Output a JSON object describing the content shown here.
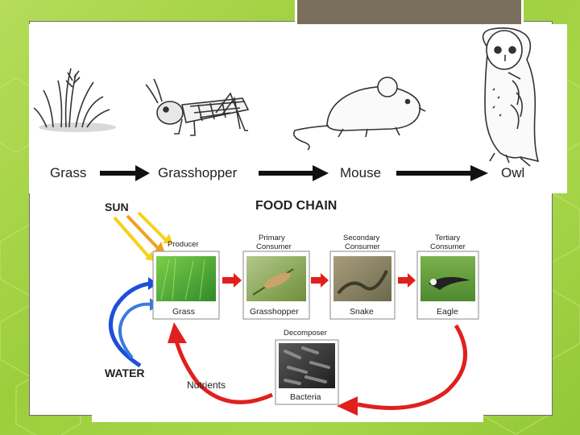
{
  "top_chain": {
    "labels": [
      "Grass",
      "Grasshopper",
      "Mouse",
      "Owl"
    ]
  },
  "food_chain": {
    "title": "FOOD CHAIN",
    "sun_label": "SUN",
    "water_label": "WATER",
    "nutrients_label": "Nutrients",
    "producer": {
      "role": "Producer",
      "name": "Grass"
    },
    "primary": {
      "role_line1": "Primary",
      "role_line2": "Consumer",
      "name": "Grasshopper"
    },
    "secondary": {
      "role_line1": "Secondary",
      "role_line2": "Consumer",
      "name": "Snake"
    },
    "tertiary": {
      "role_line1": "Tertiary",
      "role_line2": "Consumer",
      "name": "Eagle"
    },
    "decomposer": {
      "role": "Decomposer",
      "name": "Bacteria"
    }
  },
  "colors": {
    "background_green": "#9cce3c",
    "title_tab": "#7a6e5d",
    "arrow_red": "#e0201e",
    "arrow_blue": "#1f4fd8",
    "sun_yellow": "#f4d21c",
    "sun_orange": "#f0a020"
  }
}
